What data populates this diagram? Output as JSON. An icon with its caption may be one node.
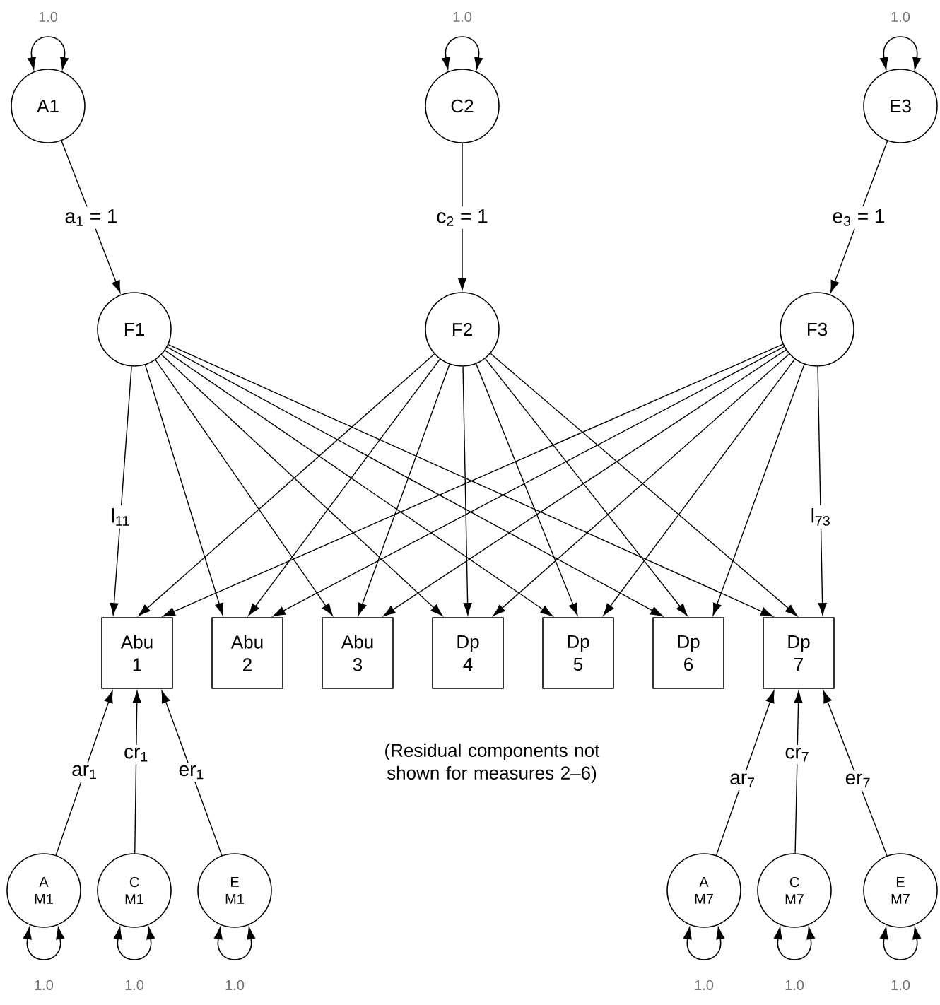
{
  "diagram": {
    "nodes": [
      {
        "text": [
          "A1"
        ]
      },
      {
        "text": [
          "C2"
        ]
      },
      {
        "text": [
          "E3"
        ]
      },
      {
        "text": [
          "F1"
        ]
      },
      {
        "text": [
          "F2"
        ]
      },
      {
        "text": [
          "F3"
        ]
      },
      {
        "text": [
          "Abu 1"
        ]
      },
      {
        "text": [
          "Abu 2"
        ]
      },
      {
        "text": [
          "Abu 3"
        ]
      },
      {
        "text": [
          "Dp 4"
        ]
      },
      {
        "text": [
          "Dp 5"
        ]
      },
      {
        "text": [
          "Dp 6"
        ]
      },
      {
        "text": [
          "Dp 7"
        ]
      },
      {
        "text": [
          "A M1"
        ]
      },
      {
        "text": [
          "C M1"
        ]
      },
      {
        "text": [
          "E M1"
        ]
      },
      {
        "text": [
          "A M7"
        ]
      },
      {
        "text": [
          "C M7"
        ]
      },
      {
        "text": [
          "E M7"
        ]
      }
    ],
    "edges": [
      {
        "from": 0,
        "to": 0,
        "arrow": "both",
        "label": "1.0"
      },
      {
        "from": 1,
        "to": 1,
        "arrow": "both",
        "label": "1.0"
      },
      {
        "from": 2,
        "to": 2,
        "arrow": "both",
        "label": "1.0"
      },
      {
        "from": 0,
        "to": 3,
        "arrow": "to",
        "label": "a$_{1}$ = 1"
      },
      {
        "from": 1,
        "to": 4,
        "arrow": "to",
        "label": "c$_{2}$ = 1"
      },
      {
        "from": 2,
        "to": 5,
        "arrow": "to",
        "label": "e$_{3}$ = 1"
      },
      {
        "from": 3,
        "to": 6,
        "arrow": "to",
        "label": "l$_{11}$"
      },
      {
        "from": 3,
        "to": 7,
        "arrow": "to"
      },
      {
        "from": 3,
        "to": 8,
        "arrow": "to"
      },
      {
        "from": 3,
        "to": 9,
        "arrow": "to"
      },
      {
        "from": 3,
        "to": 10,
        "arrow": "to"
      },
      {
        "from": 3,
        "to": 11,
        "arrow": "to"
      },
      {
        "from": 3,
        "to": 12,
        "arrow": "to"
      },
      {
        "from": 4,
        "to": 6,
        "arrow": "to"
      },
      {
        "from": 4,
        "to": 7,
        "arrow": "to"
      },
      {
        "from": 4,
        "to": 8,
        "arrow": "to"
      },
      {
        "from": 4,
        "to": 9,
        "arrow": "to"
      },
      {
        "from": 4,
        "to": 10,
        "arrow": "to"
      },
      {
        "from": 4,
        "to": 11,
        "arrow": "to"
      },
      {
        "from": 4,
        "to": 12,
        "arrow": "to"
      },
      {
        "from": 5,
        "to": 6,
        "arrow": "to"
      },
      {
        "from": 5,
        "to": 7,
        "arrow": "to"
      },
      {
        "from": 5,
        "to": 8,
        "arrow": "to"
      },
      {
        "from": 5,
        "to": 9,
        "arrow": "to"
      },
      {
        "from": 5,
        "to": 10,
        "arrow": "to"
      },
      {
        "from": 5,
        "to": 11,
        "arrow": "to"
      },
      {
        "from": 5,
        "to": 12,
        "arrow": "to",
        "label": "l$_{73}$"
      },
      {
        "from": 13,
        "to": 6,
        "arrow": "to",
        "label": "ar$_{1}$"
      },
      {
        "from": 14,
        "to": 6,
        "arrow": "to",
        "label": "cr$_{1}$"
      },
      {
        "from": 15,
        "to": 6,
        "arrow": "to",
        "label": "er$_{1}$"
      },
      {
        "from": 16,
        "to": 12,
        "arrow": "to",
        "label": "ar$_{7}$"
      },
      {
        "from": 17,
        "to": 12,
        "arrow": "to",
        "label": "cr$_{7}$"
      },
      {
        "from": 18,
        "to": 12,
        "arrow": "to",
        "label": "er$_{7}$"
      },
      {
        "from": 13,
        "to": 13,
        "arrow": "both",
        "label": "1.0"
      },
      {
        "from": 14,
        "to": 14,
        "arrow": "both",
        "label": "1.0"
      },
      {
        "from": 15,
        "to": 15,
        "arrow": "both",
        "label": "1.0"
      },
      {
        "from": 16,
        "to": 16,
        "arrow": "both",
        "label": "1.0"
      },
      {
        "from": 17,
        "to": 17,
        "arrow": "both",
        "label": "1.0"
      },
      {
        "from": 18,
        "to": 18,
        "arrow": "both",
        "label": "1.0"
      }
    ],
    "labels": [
      "(Residual components not shown for measures 2–6)"
    ]
  }
}
